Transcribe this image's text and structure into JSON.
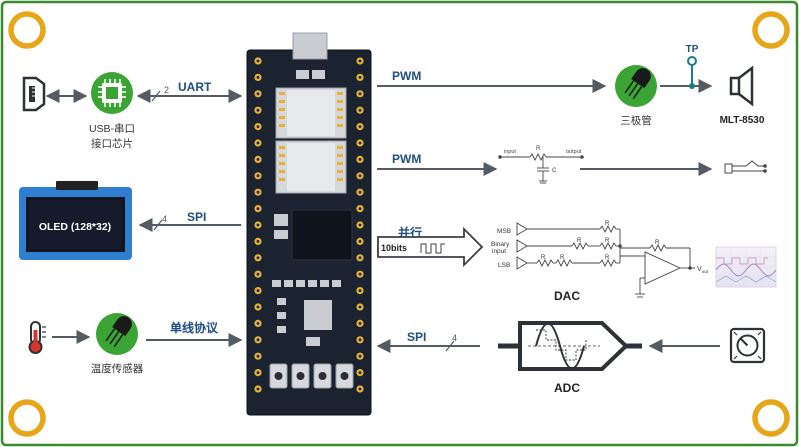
{
  "colors": {
    "frame": "#3a8a2f",
    "board": "#1b2330",
    "pin": "#e8b23a",
    "green_badge": "#3aa535",
    "mounting_hole": "#e7a617",
    "label_blue": "#1d4e86",
    "arrow": "#555b63",
    "tp_teal": "#157f86"
  },
  "left": {
    "usb_chip_label_1": "USB-串口",
    "usb_chip_label_2": "接口芯片",
    "uart_label": "UART",
    "uart_bus_width": "2",
    "oled_text": "OLED (128*32)",
    "spi_label": "SPI",
    "spi_bus_width": "4",
    "temp_sensor_label": "温度传感器",
    "onewire_label": "单线协议",
    "usb_icon": "micro-usb-port-icon",
    "thermometer_icon": "thermometer-icon"
  },
  "right": {
    "pwm1_label": "PWM",
    "transistor_label": "三极管",
    "tp_label": "TP",
    "speaker_label": "MLT-8530",
    "speaker_icon": "speaker-icon",
    "pwm2_label": "PWM",
    "rc_input": "input",
    "rc_output": "output",
    "rc_r": "R",
    "rc_c": "C",
    "audio_jack_icon": "audio-jack-icon",
    "parallel_label": "并行",
    "parallel_bits": "10bits",
    "dac_msb": "MSB",
    "dac_binary_1": "Binary",
    "dac_binary_2": "input",
    "dac_lsb": "LSB",
    "dac_r": "R",
    "dac_vout": "V",
    "dac_vout_sub": "out",
    "dac_label": "DAC",
    "spi_label": "SPI",
    "spi_bus_width": "4",
    "adc_label": "ADC",
    "knob_icon": "potentiometer-knob-icon"
  }
}
